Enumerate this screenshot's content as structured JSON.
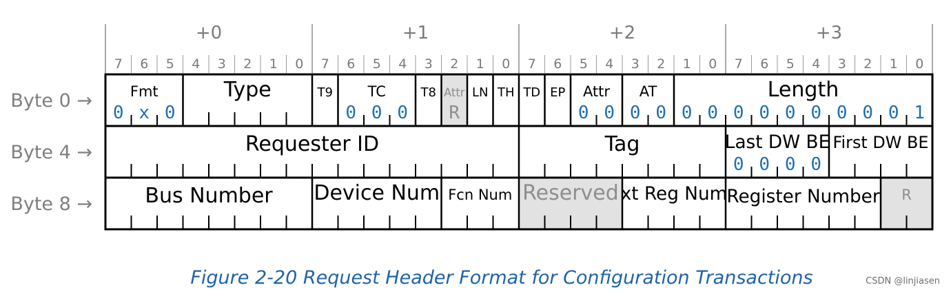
{
  "byte_offsets": [
    "+0",
    "+1",
    "+2",
    "+3"
  ],
  "bit_numbers": [
    "7",
    "6",
    "5",
    "4",
    "3",
    "2",
    "1",
    "0"
  ],
  "row_labels": [
    "Byte 0 →",
    "Byte 4 →",
    "Byte 8 →"
  ],
  "rows": [
    [
      {
        "label": "Fmt",
        "bits": 3,
        "value": [
          "0",
          "x",
          "0"
        ]
      },
      {
        "label": "Type",
        "bits": 5
      },
      {
        "label": "T9",
        "bits": 1
      },
      {
        "label": "TC",
        "bits": 3,
        "value": [
          "0",
          "0",
          "0"
        ]
      },
      {
        "label": "T8",
        "bits": 1
      },
      {
        "label": "Attr",
        "bits": 1,
        "shaded": true,
        "value": [
          "R"
        ]
      },
      {
        "label": "LN",
        "bits": 1
      },
      {
        "label": "TH",
        "bits": 1
      },
      {
        "label": "TD",
        "bits": 1
      },
      {
        "label": "EP",
        "bits": 1
      },
      {
        "label": "Attr",
        "bits": 2,
        "value": [
          "0",
          "0"
        ]
      },
      {
        "label": "AT",
        "bits": 2,
        "value": [
          "0",
          "0"
        ]
      },
      {
        "label": "Length",
        "bits": 10,
        "value": [
          "0",
          "0",
          "0",
          "0",
          "0",
          "0",
          "0",
          "0",
          "0",
          "1"
        ]
      }
    ],
    [
      {
        "label": "Requester ID",
        "bits": 16
      },
      {
        "label": "Tag",
        "bits": 8
      },
      {
        "label": "Last DW BE",
        "bits": 4,
        "value": [
          "0",
          "0",
          "0",
          "0"
        ]
      },
      {
        "label": "First DW BE",
        "bits": 4
      }
    ],
    [
      {
        "label": "Bus Number",
        "bits": 8
      },
      {
        "label": "Device Num",
        "bits": 5
      },
      {
        "label": "Fcn Num",
        "bits": 3
      },
      {
        "label": "Reserved",
        "bits": 4,
        "shaded": true
      },
      {
        "label": "xt Reg Num",
        "bits": 4
      },
      {
        "label": "Register Number",
        "bits": 6
      },
      {
        "label": "R",
        "bits": 2,
        "shaded": true
      }
    ]
  ],
  "caption": "Figure  2-20  Request Header Format for Configuration Transactions",
  "watermark": "CSDN @linjiasen",
  "colors": {
    "value": "#1f6fb4",
    "shade": "#e2e2e2",
    "caption": "#1f63a8",
    "scale": "#7a7a7a"
  }
}
